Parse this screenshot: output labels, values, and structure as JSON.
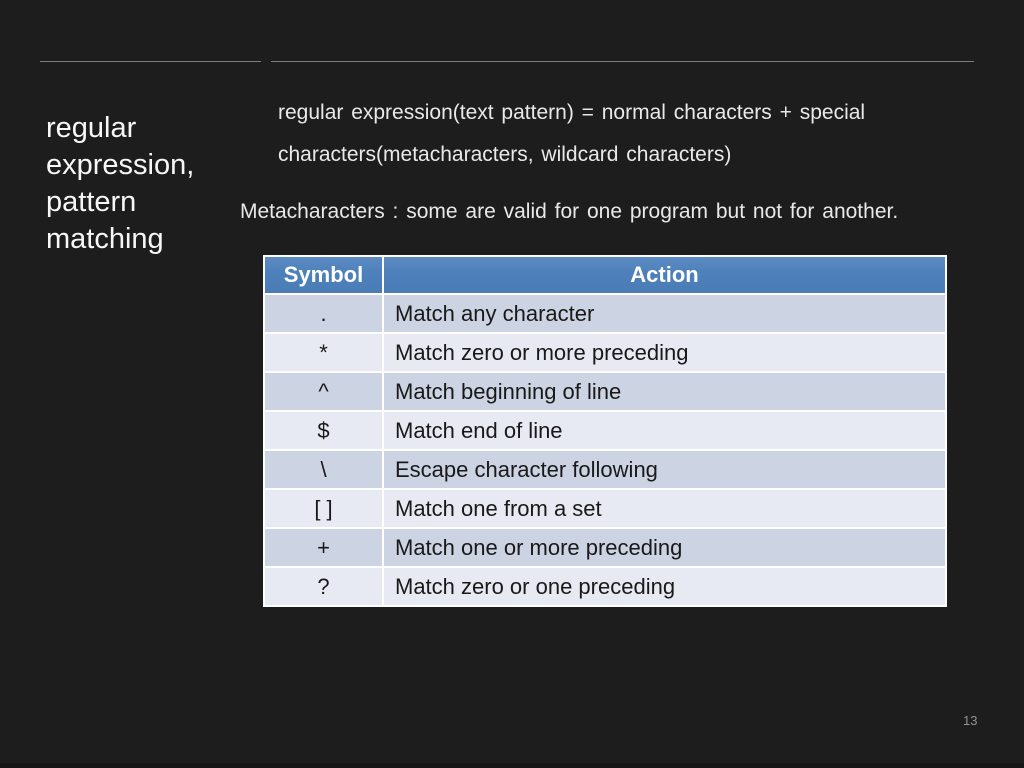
{
  "slide": {
    "page_number": "13",
    "title": {
      "lines": [
        "regular",
        "expression,",
        "pattern",
        "matching"
      ]
    },
    "intro": {
      "line1": "regular expression(text pattern) = normal characters + special",
      "line2": "characters(metacharacters, wildcard characters)"
    },
    "note": "Metacharacters : some are valid for one program but not for another.",
    "table": {
      "headers": [
        "Symbol",
        "Action"
      ],
      "rows": [
        {
          "symbol": ".",
          "action": "Match any character"
        },
        {
          "symbol": "*",
          "action": "Match zero or more preceding"
        },
        {
          "symbol": "^",
          "action": "Match beginning of line"
        },
        {
          "symbol": "$",
          "action": "Match end of line"
        },
        {
          "symbol": "\\",
          "action": "Escape character following"
        },
        {
          "symbol": "[ ]",
          "action": "Match one from a set"
        },
        {
          "symbol": "+",
          "action": "Match one or more preceding"
        },
        {
          "symbol": "?",
          "action": "Match zero or one preceding"
        }
      ]
    },
    "colors": {
      "background": "#1d1d1d",
      "header_bg": "#4e81bb",
      "row_dark": "#ccd3e3",
      "row_light": "#e8eaf3",
      "cell_border": "#ffffff",
      "divider": "#7d7d7d",
      "title_text": "#f7f7f7",
      "body_text": "#e9e9e9",
      "table_text": "#191919"
    }
  }
}
